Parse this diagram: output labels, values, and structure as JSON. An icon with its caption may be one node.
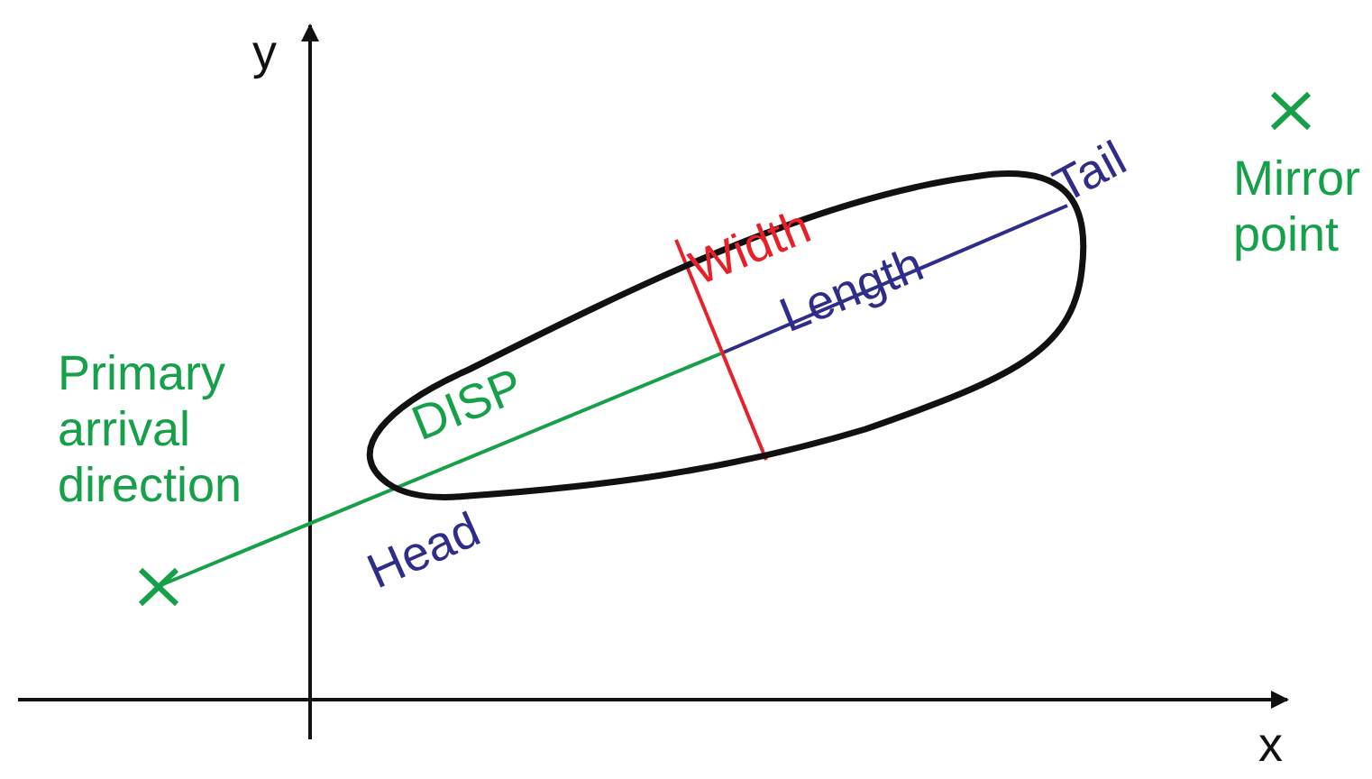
{
  "diagram": {
    "labels": [
      "y",
      "Tail",
      "Mirror point",
      "Width",
      "Length",
      "Primary arrival direction",
      "DISP",
      "Head",
      "x"
    ]
  }
}
